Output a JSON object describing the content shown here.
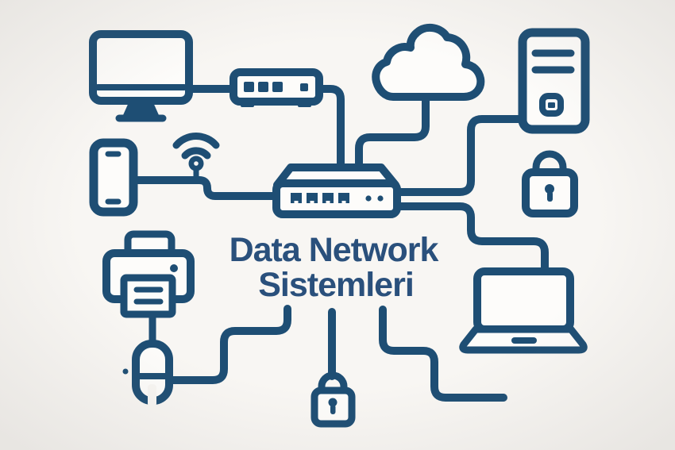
{
  "title": {
    "line1": "Data Network",
    "line2": "Sistemleri"
  },
  "colors": {
    "ink": "#1e4e74",
    "text": "#2a507c",
    "background": "#f8f6f3",
    "panel": "#fdfcfa"
  },
  "diagram": {
    "type": "network-topology-illustration",
    "nodes": [
      {
        "id": "desktop-monitor",
        "label": "Desktop monitor"
      },
      {
        "id": "network-switch",
        "label": "Network switch with 3 ports"
      },
      {
        "id": "smartphone",
        "label": "Smartphone"
      },
      {
        "id": "wifi-signal",
        "label": "Wi-Fi antenna signal"
      },
      {
        "id": "cloud",
        "label": "Cloud"
      },
      {
        "id": "server-tower",
        "label": "Server / PC tower"
      },
      {
        "id": "padlock-top-right",
        "label": "Security padlock"
      },
      {
        "id": "router",
        "label": "Router hub with 4 ports and 2 LEDs"
      },
      {
        "id": "printer",
        "label": "Printer"
      },
      {
        "id": "computer-mouse",
        "label": "Computer mouse"
      },
      {
        "id": "laptop",
        "label": "Laptop"
      },
      {
        "id": "padlock-bottom",
        "label": "Security padlock on cable"
      }
    ],
    "connections": [
      {
        "from": "desktop-monitor",
        "to": "network-switch"
      },
      {
        "from": "network-switch",
        "to": "router"
      },
      {
        "from": "smartphone",
        "to": "wifi-signal"
      },
      {
        "from": "wifi-signal",
        "to": "router"
      },
      {
        "from": "cloud",
        "to": "router"
      },
      {
        "from": "router",
        "to": "server-tower"
      },
      {
        "from": "router",
        "to": "laptop"
      },
      {
        "from": "printer",
        "to": "computer-mouse"
      },
      {
        "from": "computer-mouse",
        "to": "open-end-below-title"
      },
      {
        "from": "title",
        "to": "padlock-bottom"
      },
      {
        "from": "title",
        "to": "open-end-bottom-right"
      }
    ]
  }
}
